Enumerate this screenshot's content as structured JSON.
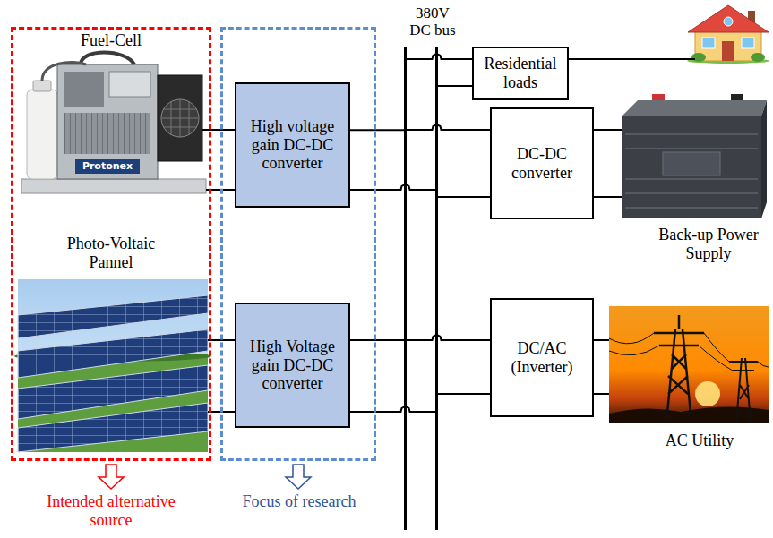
{
  "diagram": {
    "nodes": [
      {
        "text": [
          "Intended alternative source"
        ]
      },
      {
        "text": [
          "Focus of research"
        ]
      },
      {
        "text": [
          "High voltage gain DC-DC converter"
        ],
        "in": 1
      },
      {
        "text": [
          "High Voltage gain DC-DC converter"
        ],
        "in": 1
      },
      {
        "text": [
          "380V DC bus"
        ]
      },
      {
        "text": [
          "Residential loads"
        ]
      },
      {
        "text": [
          "DC-DC converter"
        ]
      },
      {
        "text": [
          "DC/AC (Inverter)"
        ]
      }
    ],
    "edges": [
      {
        "from": 2,
        "to": 4,
        "arrow": "none"
      },
      {
        "from": 3,
        "to": 4,
        "arrow": "none"
      },
      {
        "from": 4,
        "to": 5,
        "arrow": "none"
      },
      {
        "from": 4,
        "to": 6,
        "arrow": "none"
      },
      {
        "from": 4,
        "to": 7,
        "arrow": "none"
      }
    ],
    "labels": [
      "Fuel-Cell",
      "Photo-Voltaic Pannel",
      "Protonex",
      "Back-up Power Supply",
      "AC Utility"
    ]
  }
}
